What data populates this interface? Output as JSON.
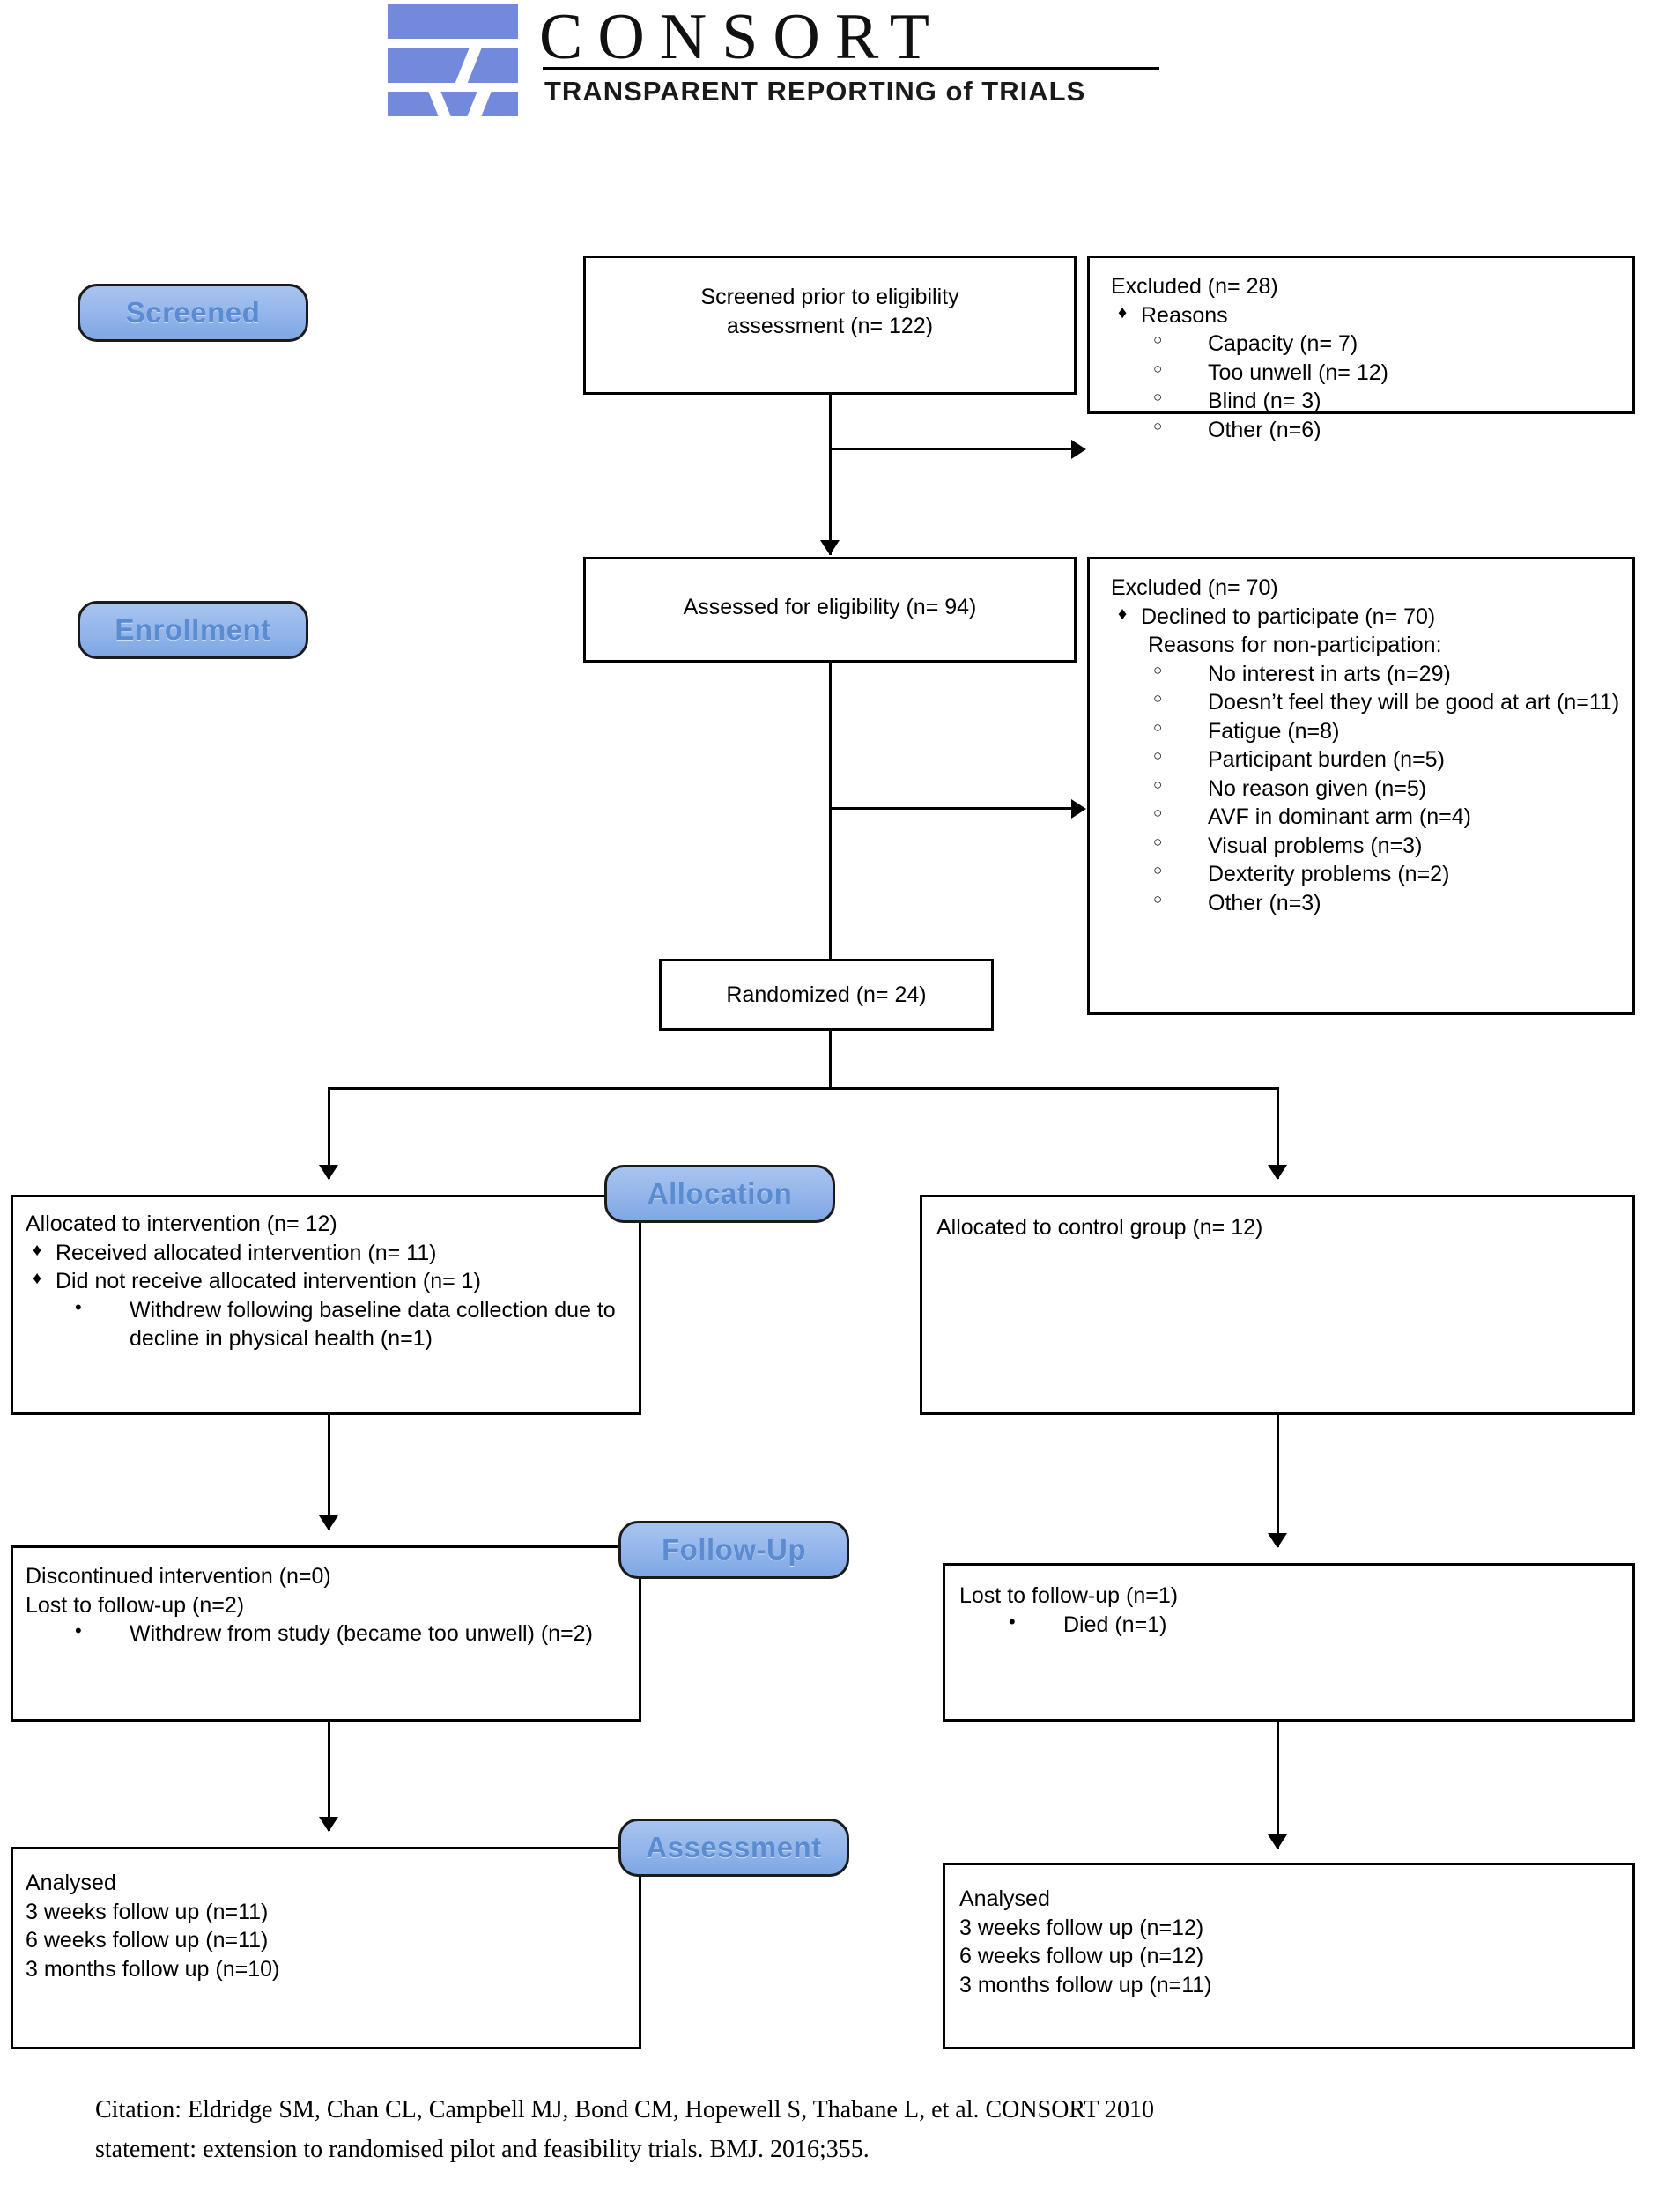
{
  "logo": {
    "wordmark": "CONSORT",
    "tagline_main": "TRANSPARENT REPORTING",
    "tagline_of": "of",
    "tagline_end": "TRIALS",
    "tagline_full": "TRANSPARENT REPORTING of TRIALS",
    "mark_color": "#7289dc"
  },
  "colors": {
    "stage_fill_top": "#a8c4f0",
    "stage_fill_bottom": "#7fa7e4",
    "stage_text": "#5b8bd0",
    "box_border": "#000000",
    "page_background": "#ffffff"
  },
  "stages": {
    "screened": "Screened",
    "enrollment": "Enrollment",
    "allocation": "Allocation",
    "followup": "Follow-Up",
    "assessment": "Assessment"
  },
  "flow": {
    "screened_box": "Screened prior to eligibility\nassessment (n= 122)",
    "excluded_28": {
      "title": "Excluded (n= 28)",
      "reasons_label": "Reasons",
      "reasons": [
        "Capacity (n= 7)",
        "Too unwell (n= 12)",
        "Blind (n= 3)",
        "Other (n=6)"
      ]
    },
    "assessed_box": "Assessed for eligibility (n= 94)",
    "excluded_70": {
      "title": "Excluded (n= 70)",
      "declined": "Declined to participate (n=  70)",
      "reasons_label": "Reasons for non-participation:",
      "reasons": [
        "No interest in arts (n=29)",
        "Doesn’t feel they will be good at art (n=11)",
        "Fatigue (n=8)",
        "Participant burden (n=5)",
        "No reason given (n=5)",
        "AVF in dominant arm (n=4)",
        "Visual problems (n=3)",
        "Dexterity problems (n=2)",
        "Other (n=3)"
      ]
    },
    "randomized_box": "Randomized (n= 24)",
    "allocation_left": {
      "title": "Allocated to intervention (n= 12)",
      "received": "Received allocated intervention (n= 11)",
      "not_received": "Did not receive allocated intervention (n= 1)",
      "sub": "Withdrew following baseline data collection due to decline in physical health (n=1)"
    },
    "allocation_right": {
      "title": "Allocated to control group (n= 12)"
    },
    "followup_left": {
      "line1": "Discontinued intervention (n=0)",
      "line2": "Lost to follow-up (n=2)",
      "sub": "Withdrew from study (became too unwell) (n=2)"
    },
    "followup_right": {
      "line1": "Lost to follow-up (n=1)",
      "sub": "Died (n=1)"
    },
    "assessment_left": {
      "title": "Analysed",
      "lines": [
        "3 weeks follow up (n=11)",
        "6 weeks follow up (n=11)",
        "3 months follow up (n=10)"
      ]
    },
    "assessment_right": {
      "title": "Analysed",
      "lines": [
        "3 weeks follow up (n=12)",
        "6 weeks follow up (n=12)",
        "3 months follow up (n=11)"
      ]
    }
  },
  "citation": {
    "line1": "Citation: Eldridge SM, Chan CL, Campbell MJ, Bond CM, Hopewell S, Thabane L, et al. CONSORT 2010",
    "line2": "statement: extension to randomised pilot and feasibility trials. BMJ. 2016;355."
  }
}
